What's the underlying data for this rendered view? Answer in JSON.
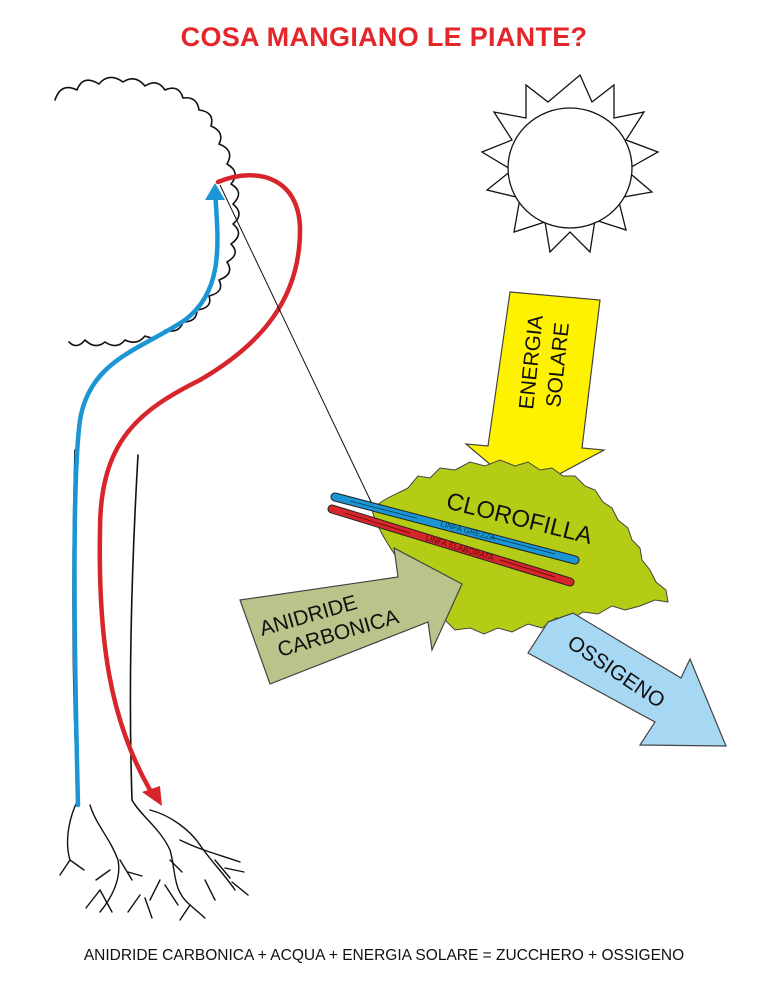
{
  "title": "COSA MANGIANO LE PIANTE?",
  "labels": {
    "energy_line1": "ENERGIA",
    "energy_line2": "SOLARE",
    "chlorophyll": "CLOROFILLA",
    "co2_line1": "ANIDRIDE",
    "co2_line2": "CARBONICA",
    "oxygen": "OSSIGENO",
    "raw_sap": "LINFA GREZZA",
    "elaborated_sap": "LINFA ELABORATA"
  },
  "equation": "ANIDRIDE CARBONICA + ACQUA + ENERGIA SOLARE = ZUCCHERO + OSSIGENO",
  "colors": {
    "title": "#e3262a",
    "energy_arrow": "#fff200",
    "leaf": "#b5cc17",
    "co2_arrow": "#b8c48a",
    "oxygen_arrow": "#a7d8f3",
    "raw_sap": "#1b95d4",
    "elaborated_sap": "#d7262b"
  }
}
